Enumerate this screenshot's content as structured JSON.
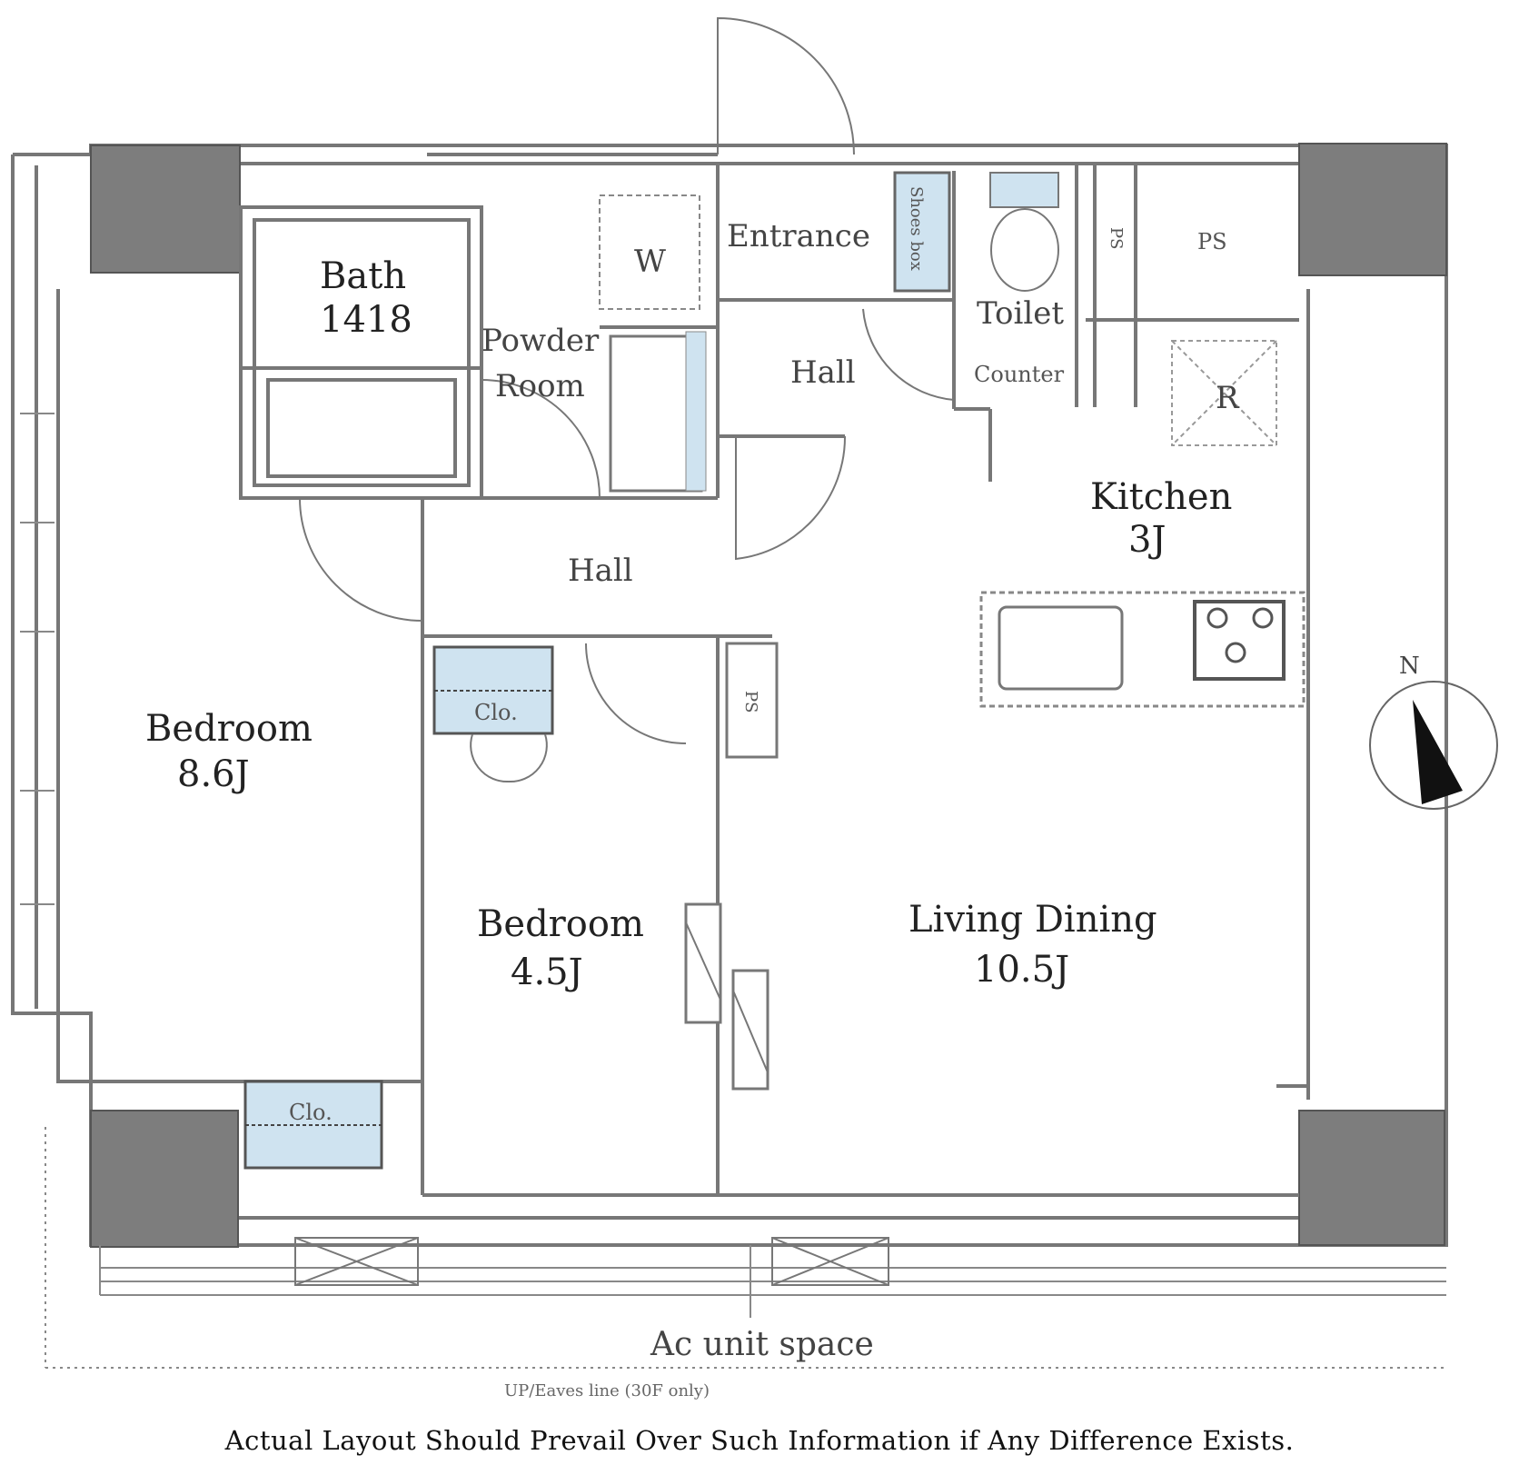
{
  "labels": {
    "bath": "Bath",
    "bath_size": "1418",
    "powder_room_1": "Powder",
    "powder_room_2": "Room",
    "washer": "W",
    "entrance": "Entrance",
    "shoes_box": "Shoes box",
    "toilet": "Toilet",
    "counter": "Counter",
    "ps_small": "PS",
    "ps_right": "PS",
    "ps_middle": "PS",
    "hall_top": "Hall",
    "hall_center": "Hall",
    "refrigerator": "R",
    "kitchen": "Kitchen",
    "kitchen_size": "3J",
    "bedroom_left": "Bedroom",
    "bedroom_left_size": "8.6J",
    "bedroom_mid": "Bedroom",
    "bedroom_mid_size": "4.5J",
    "living_dining": "Living Dining",
    "living_dining_size": "10.5J",
    "closet_mid": "Clo.",
    "closet_left": "Clo.",
    "compass_north": "N",
    "ac_unit_space": "Ac unit space",
    "eaves_note": "UP/Eaves line (30F only)"
  },
  "disclaimer": "Actual Layout Should Prevail Over Such Information if Any Difference Exists.",
  "colors": {
    "wall": "#777777",
    "pillar": "#7d7d7d",
    "closet_fill": "#cfe3f0",
    "line": "#666666"
  }
}
